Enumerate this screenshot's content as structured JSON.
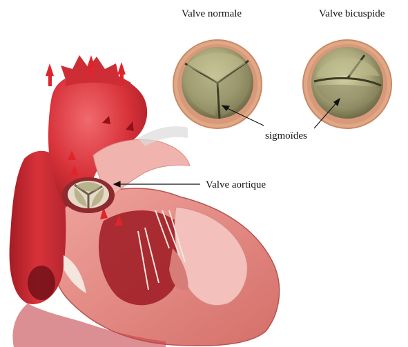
{
  "labels": {
    "valve_normal": "Valve normale",
    "valve_bicuspid": "Valve bicuspide",
    "cusps": "sigmoïdes",
    "aortic_valve": "Valve aortique"
  },
  "colors": {
    "myocardium": "#e48a84",
    "myocardium_dark": "#c7514c",
    "blood_vessel": "#d8323a",
    "blood_vessel_dark": "#a51c24",
    "valve_ring": "#e0a884",
    "valve_leaflet": "#a9a67a",
    "valve_leaflet_dark": "#575538",
    "flow_arrow": "#e0242c",
    "leader_line": "#111111"
  },
  "icons": [
    "normal-tricuspid-valve-icon",
    "bicuspid-valve-icon",
    "heart-cross-section-icon"
  ]
}
